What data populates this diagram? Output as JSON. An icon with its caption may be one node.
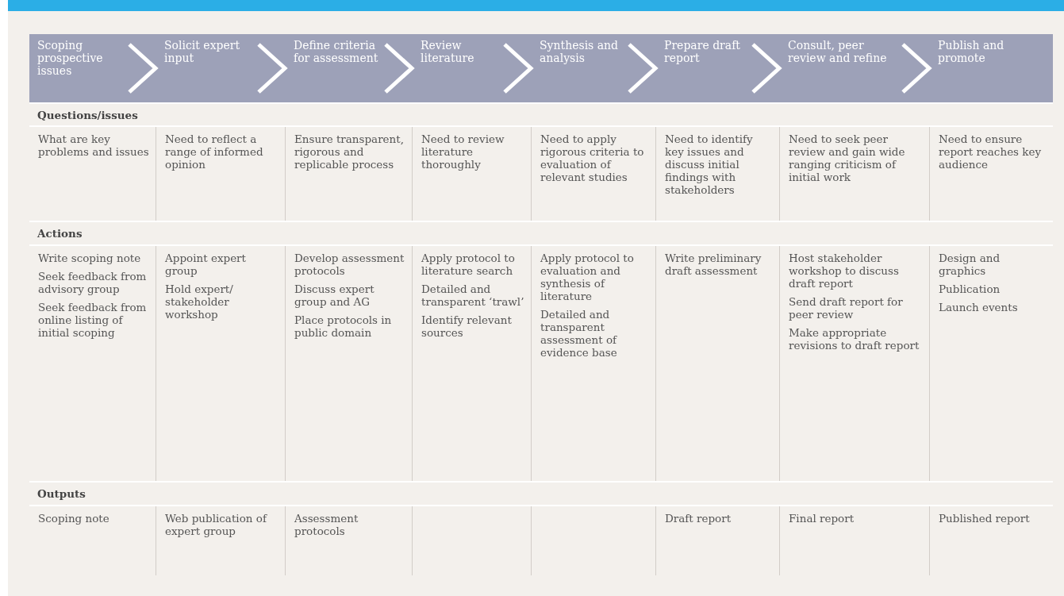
{
  "diagram": {
    "nodes": [
      {
        "text": [
          "Scoping prospective issues"
        ]
      },
      {
        "text": [
          "Solicit expert input"
        ]
      },
      {
        "text": [
          "Define criteria for assessment"
        ]
      },
      {
        "text": [
          "Review literature"
        ]
      },
      {
        "text": [
          "Synthesis and analysis"
        ]
      },
      {
        "text": [
          "Prepare draft report"
        ]
      },
      {
        "text": [
          "Consult, peer review and refine"
        ]
      },
      {
        "text": [
          "Publish and promote"
        ]
      },
      {
        "text": [],
        "shape": "bar"
      }
    ],
    "edges": [
      {
        "from": 0,
        "to": 1,
        "arrow": "to"
      },
      {
        "from": 1,
        "to": 2,
        "arrow": "to"
      },
      {
        "from": 2,
        "to": 3,
        "arrow": "to"
      },
      {
        "from": 3,
        "to": 4,
        "arrow": "to"
      },
      {
        "from": 4,
        "to": 5,
        "arrow": "to"
      },
      {
        "from": 5,
        "to": 6,
        "arrow": "to"
      },
      {
        "from": 6,
        "to": 7,
        "arrow": "to"
      }
    ],
    "labels": [
      "Questions/issues",
      "What are key problems and issues",
      "Need to reflect a range of informed opinion",
      "Ensure transparent, rigorous and replicable process",
      "Need to review literature thoroughly",
      "Need to apply rigorous criteria to evaluation of relevant studies",
      "Need to identify key issues and discuss initial findings with stakeholders",
      "Need to seek peer review and gain wide ranging criticism of initial work",
      "Need to ensure report reaches key audience",
      "Actions",
      "Write scoping note",
      "Seek feedback from advisory group",
      "Seek feedback from online listing of initial scoping",
      "Appoint expert group",
      "Hold expert/ stakeholder workshop",
      "Develop assessment protocols",
      "Discuss expert group and AG",
      "Place protocols in public domain",
      "Apply protocol to literature search",
      "Detailed and transparent ‘trawl’",
      "Identify relevant sources",
      "Apply protocol to evaluation and synthesis of literature",
      "Detailed and transparent assessment of evidence base",
      "Write preliminary draft assessment",
      "Host stakeholder workshop to discuss draft report",
      "Send draft report for peer review",
      "Make appropriate revisions to draft report",
      "Design and graphics",
      "Publication",
      "Launch events",
      "Outputs",
      "Scoping note",
      "Web publication of expert group",
      "Assessment protocols",
      "Draft report",
      "Final report",
      "Published report"
    ]
  }
}
